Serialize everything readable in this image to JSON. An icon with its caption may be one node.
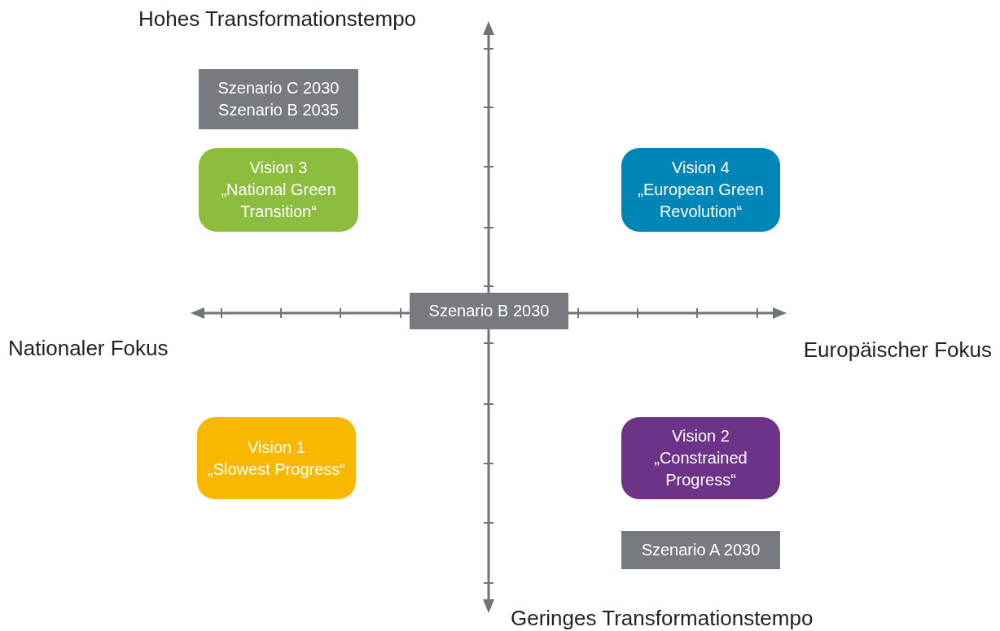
{
  "diagram": {
    "nodes": [
      {
        "text": [
          "Szenario C 2030",
          "Szenario B 2035"
        ]
      },
      {
        "text": [
          "Vision 3",
          "„National Green Transition“"
        ]
      },
      {
        "text": [
          "Vision 4",
          "„European Green Revolution“"
        ]
      },
      {
        "text": [
          "Szenario B 2030"
        ]
      },
      {
        "text": [
          "Vision 1",
          "„Slowest Progress“"
        ]
      },
      {
        "text": [
          "Vision 2",
          "„Constrained Progress“"
        ]
      },
      {
        "text": [
          "Szenario A 2030"
        ]
      }
    ],
    "labels": [
      "Hohes Transformationstempo",
      "Nationaler Fokus",
      "Europäischer Fokus",
      "Geringes Transformationstempo"
    ]
  }
}
